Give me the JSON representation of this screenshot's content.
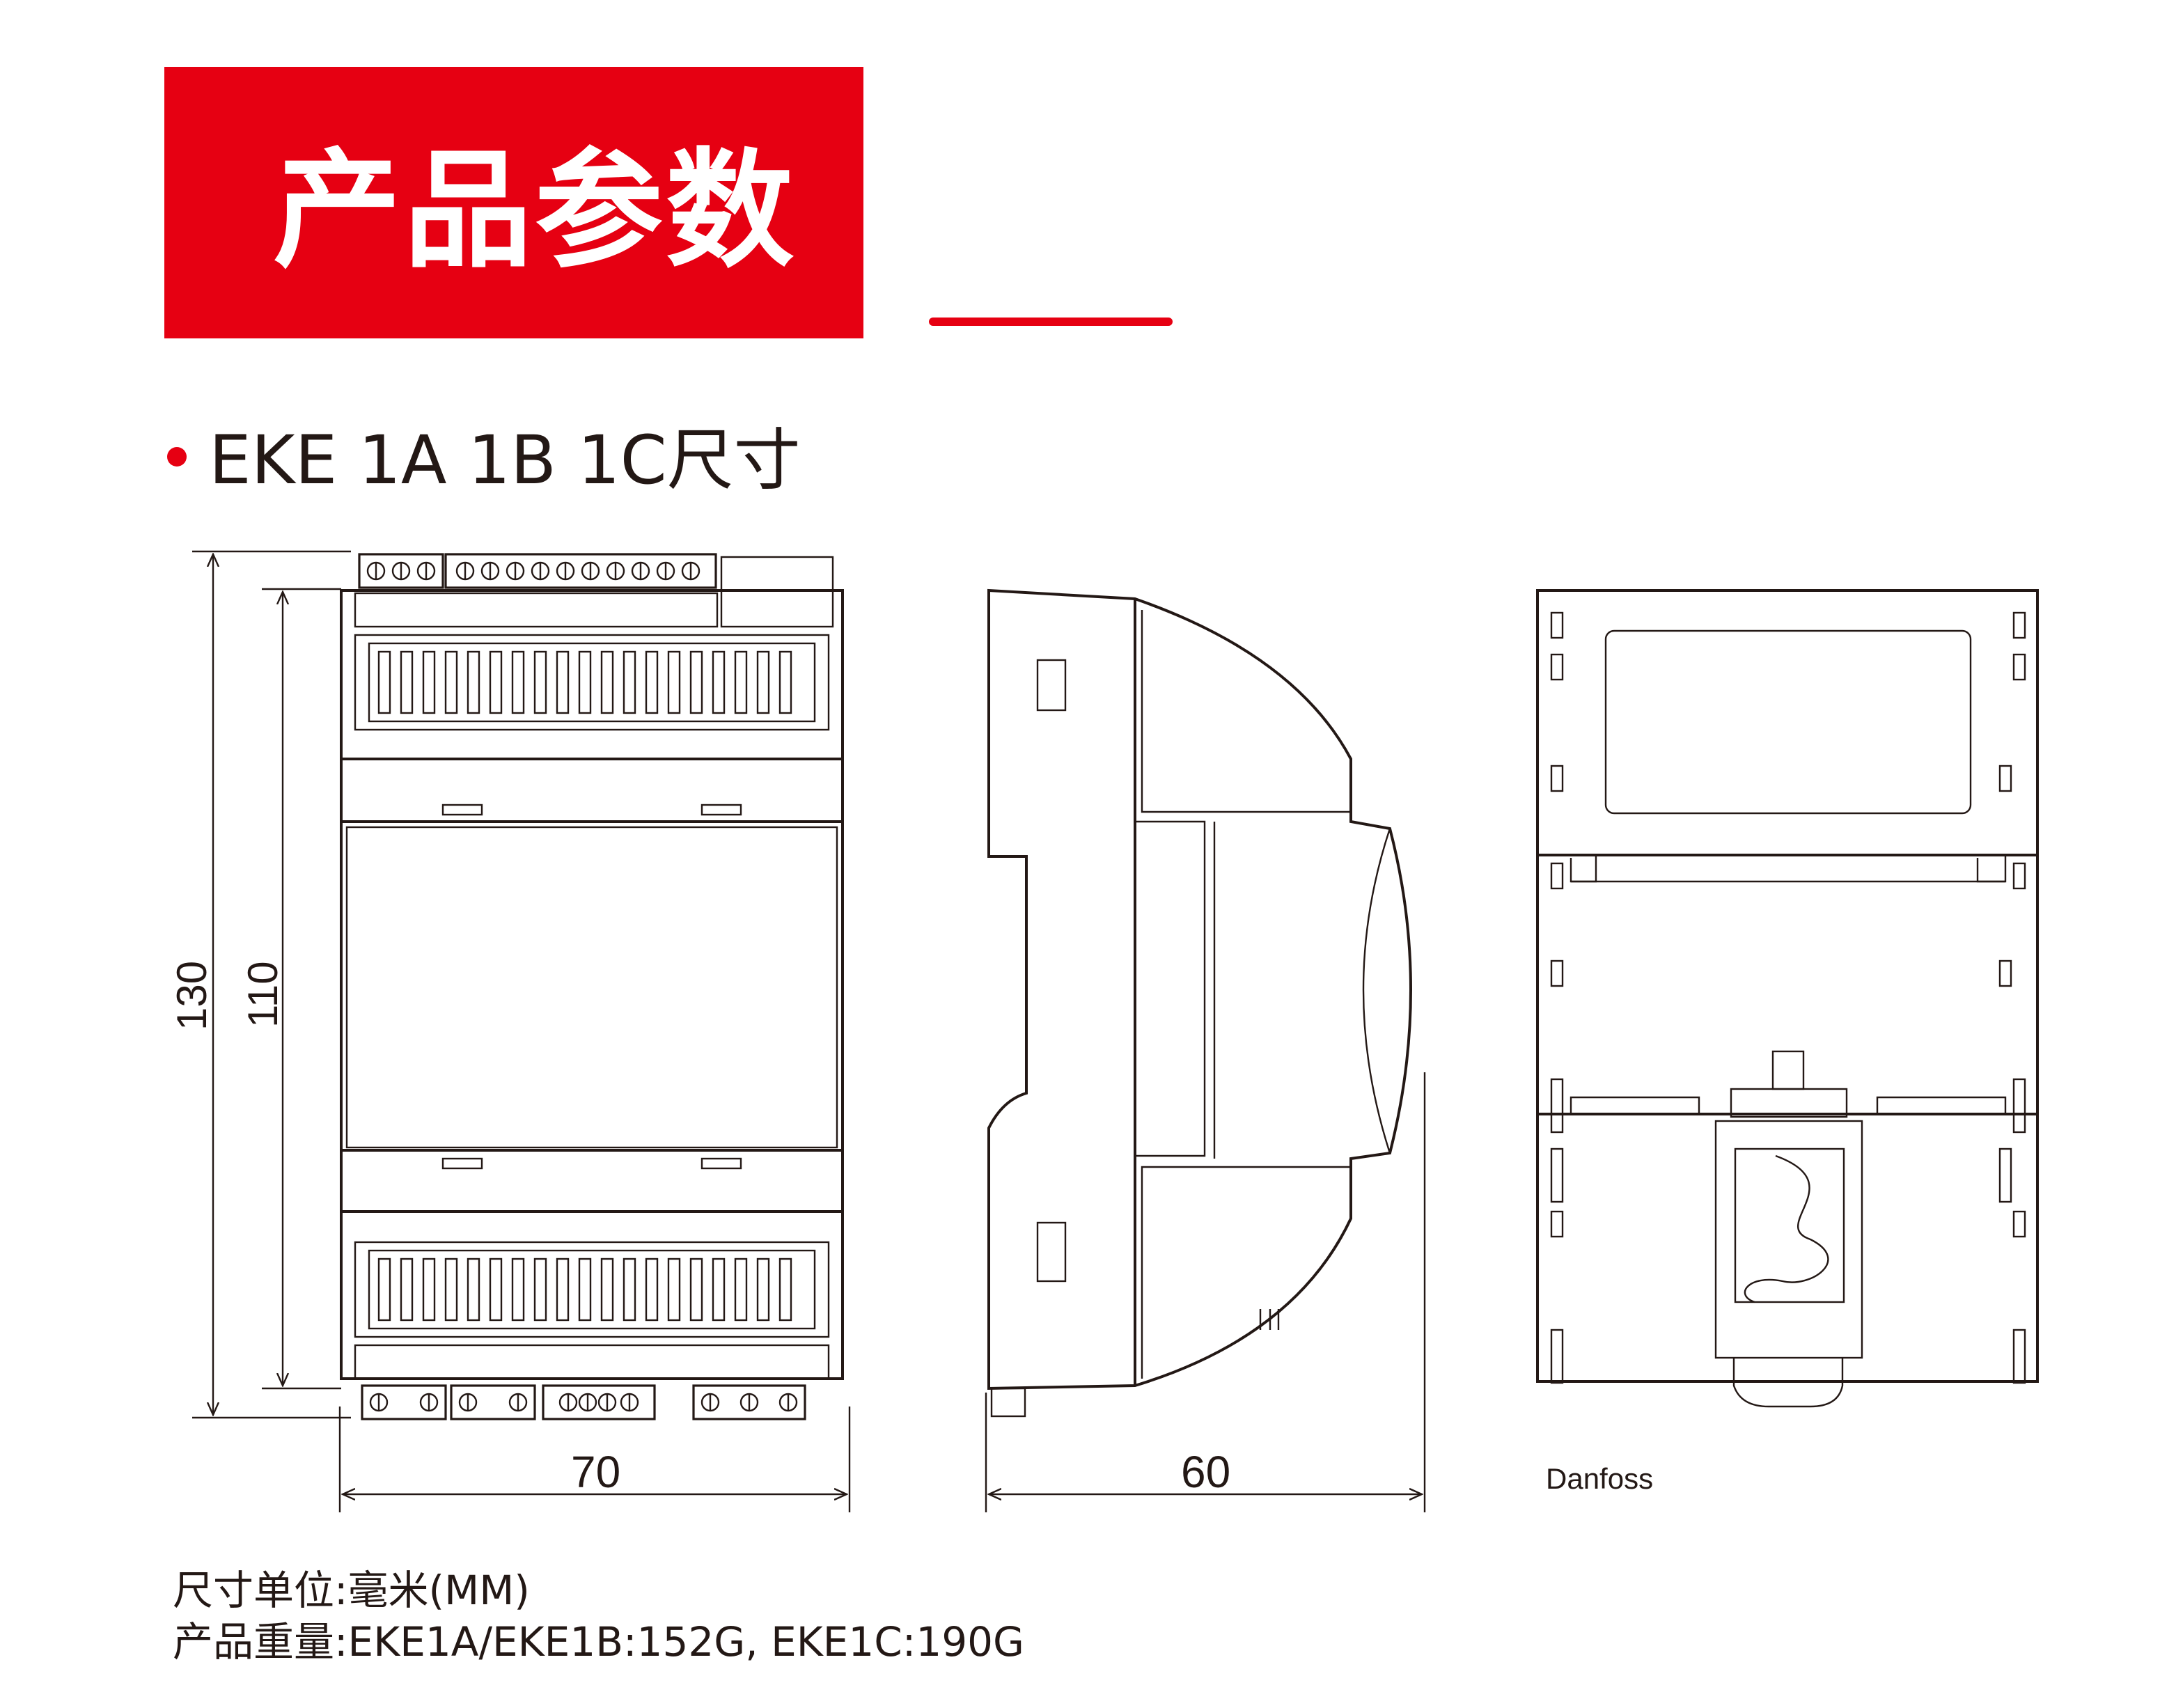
{
  "header": {
    "title": "产品参数",
    "accent_color": "#e60012"
  },
  "section": {
    "bullet_color": "#e60012",
    "title": "EKE 1A 1B 1C尺寸"
  },
  "dimensions": {
    "total_height": "130",
    "body_height": "110",
    "width": "70",
    "depth": "60"
  },
  "brand_label": "Danfoss",
  "notes": {
    "unit": "尺寸单位:毫米(MM)",
    "weight": "产品重量:EKE1A/EKE1B:152G, EKE1C:190G"
  }
}
